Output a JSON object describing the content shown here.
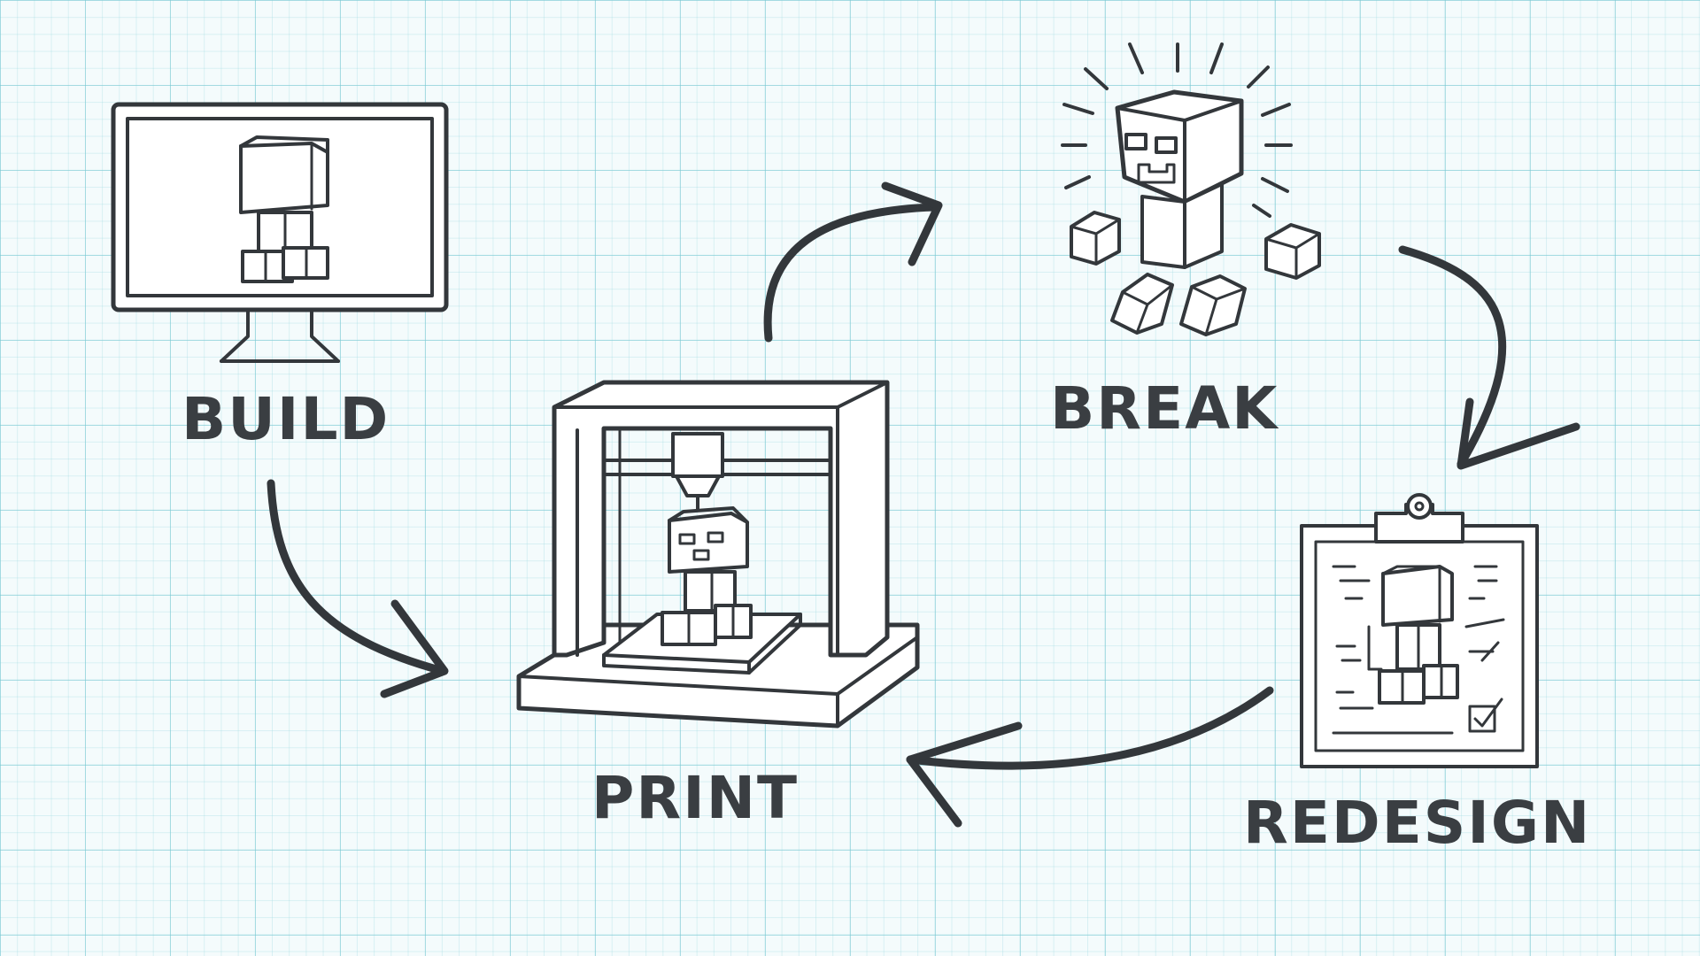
{
  "stages": {
    "build": {
      "label": "BUILD",
      "icon": "monitor-with-creeper-icon"
    },
    "print": {
      "label": "PRINT",
      "icon": "3d-printer-icon"
    },
    "break": {
      "label": "BREAK",
      "icon": "broken-creeper-icon"
    },
    "redesign": {
      "label": "REDESIGN",
      "icon": "clipboard-blueprint-icon"
    }
  },
  "colors": {
    "ink": "#33373b",
    "grid": "#78c8d2",
    "background": "#f4fbfc"
  }
}
